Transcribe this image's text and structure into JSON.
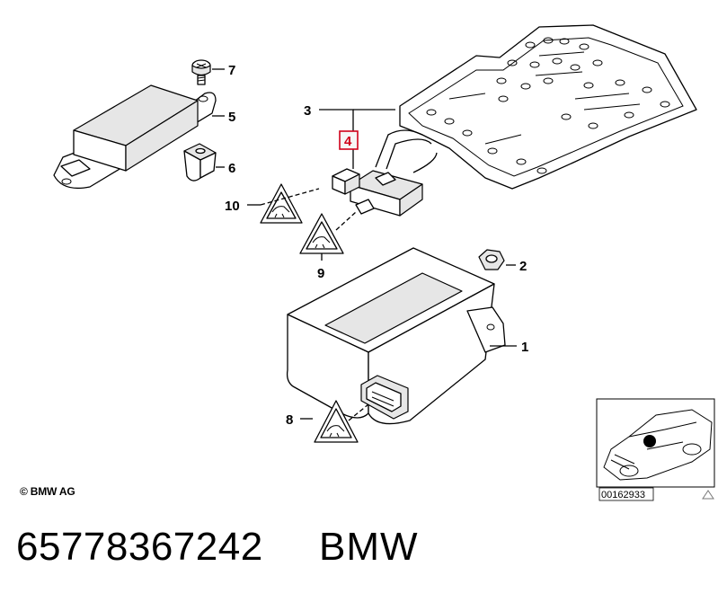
{
  "callouts": {
    "c1": "1",
    "c2": "2",
    "c3": "3",
    "c4": "4",
    "c5": "5",
    "c6": "6",
    "c7": "7",
    "c8": "8",
    "c9": "9",
    "c10": "10"
  },
  "highlight_color": "#d0021b",
  "thumbnail": {
    "label": "00162933"
  },
  "copyright": "© BMW AG",
  "footer": {
    "part_number": "65778367242",
    "brand": "BMW"
  }
}
